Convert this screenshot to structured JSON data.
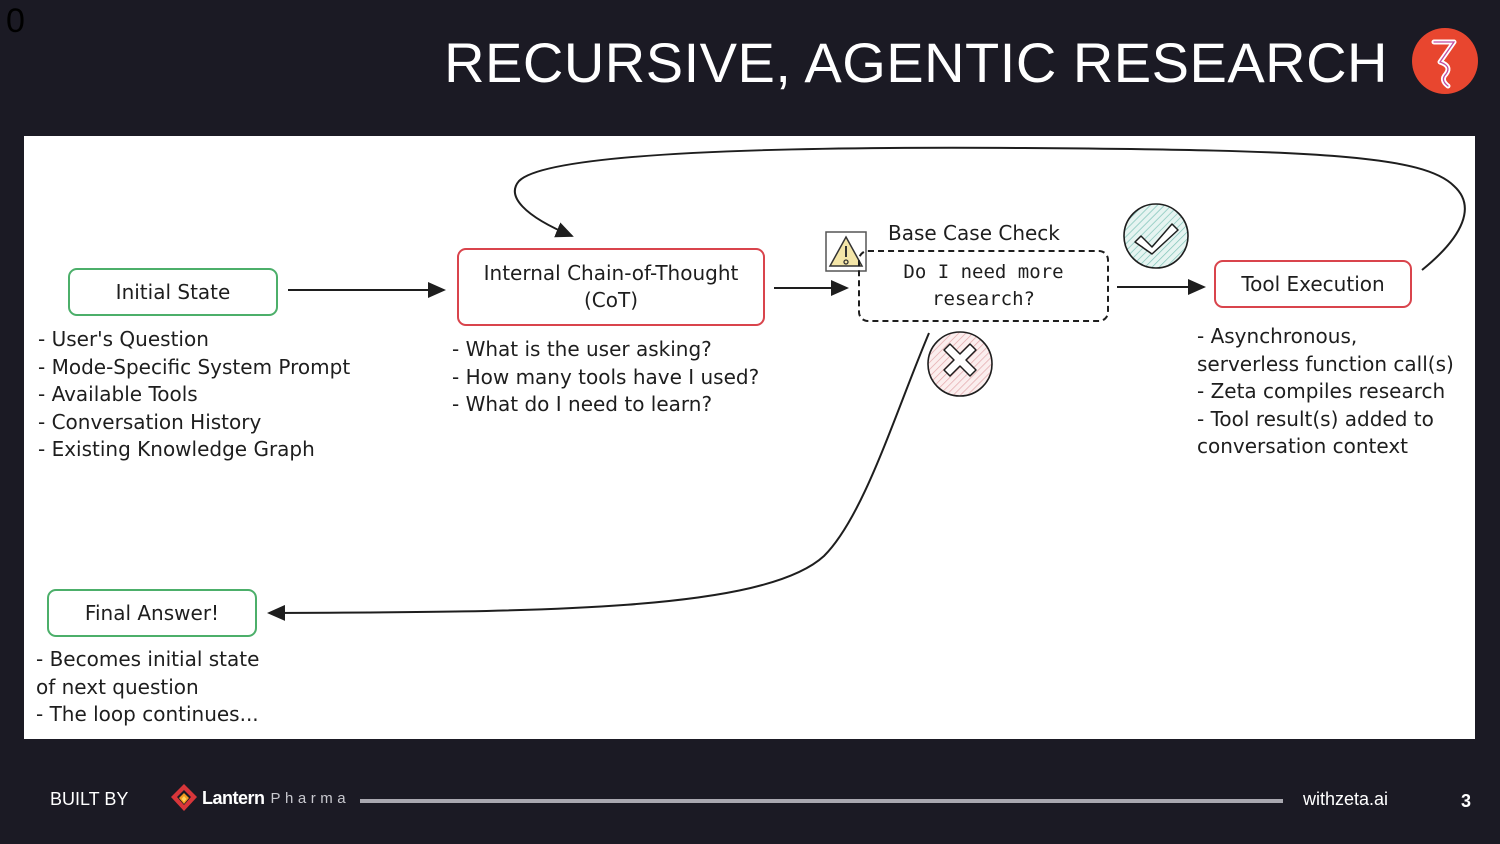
{
  "slide": {
    "corner_number": "0",
    "title": "RECURSIVE, AGENTIC RESEARCH",
    "brand_logo": "zeta-logo-icon",
    "page_number": "3"
  },
  "diagram": {
    "nodes": {
      "initial_state": {
        "label": "Initial State",
        "bullets": [
          "- User's Question",
          "- Mode-Specific System Prompt",
          "- Available Tools",
          "- Conversation History",
          "- Existing Knowledge Graph"
        ]
      },
      "cot": {
        "label_line1": "Internal Chain-of-Thought",
        "label_line2": "(CoT)",
        "bullets": [
          "- What is the user asking?",
          "- How many tools have I used?",
          "- What do I need to learn?"
        ]
      },
      "base_case": {
        "title": "Base Case Check",
        "question_line1": "Do I need more",
        "question_line2": "research?",
        "warning_icon": "warning-icon",
        "yes_icon": "check-icon",
        "no_icon": "x-icon"
      },
      "tool_execution": {
        "label": "Tool Execution",
        "bullets": [
          "- Asynchronous,",
          "serverless function call(s)",
          "- Zeta compiles research",
          "- Tool result(s) added to",
          "conversation context"
        ]
      },
      "final_answer": {
        "label": "Final Answer!",
        "bullets": [
          "- Becomes initial state",
          "of next question",
          "- The loop continues..."
        ]
      }
    },
    "edges": [
      {
        "from": "initial_state",
        "to": "cot"
      },
      {
        "from": "cot",
        "to": "base_case"
      },
      {
        "from": "base_case",
        "to": "tool_execution",
        "condition": "yes"
      },
      {
        "from": "tool_execution",
        "to": "cot",
        "type": "loop"
      },
      {
        "from": "base_case",
        "to": "final_answer",
        "condition": "no"
      }
    ],
    "colors": {
      "start_end_border": "#4caf6a",
      "process_border": "#d9444c",
      "yes_fill": "#cde9e4",
      "no_fill": "#f4d3d5",
      "warning_fill": "#f4e6a8"
    }
  },
  "footer": {
    "built_by": "BUILT BY",
    "company_name": "Lantern",
    "company_suffix": "Pharma",
    "website": "withzeta.ai"
  },
  "theme": {
    "background": "#1b1a24",
    "zeta_red": "#e8462f"
  }
}
